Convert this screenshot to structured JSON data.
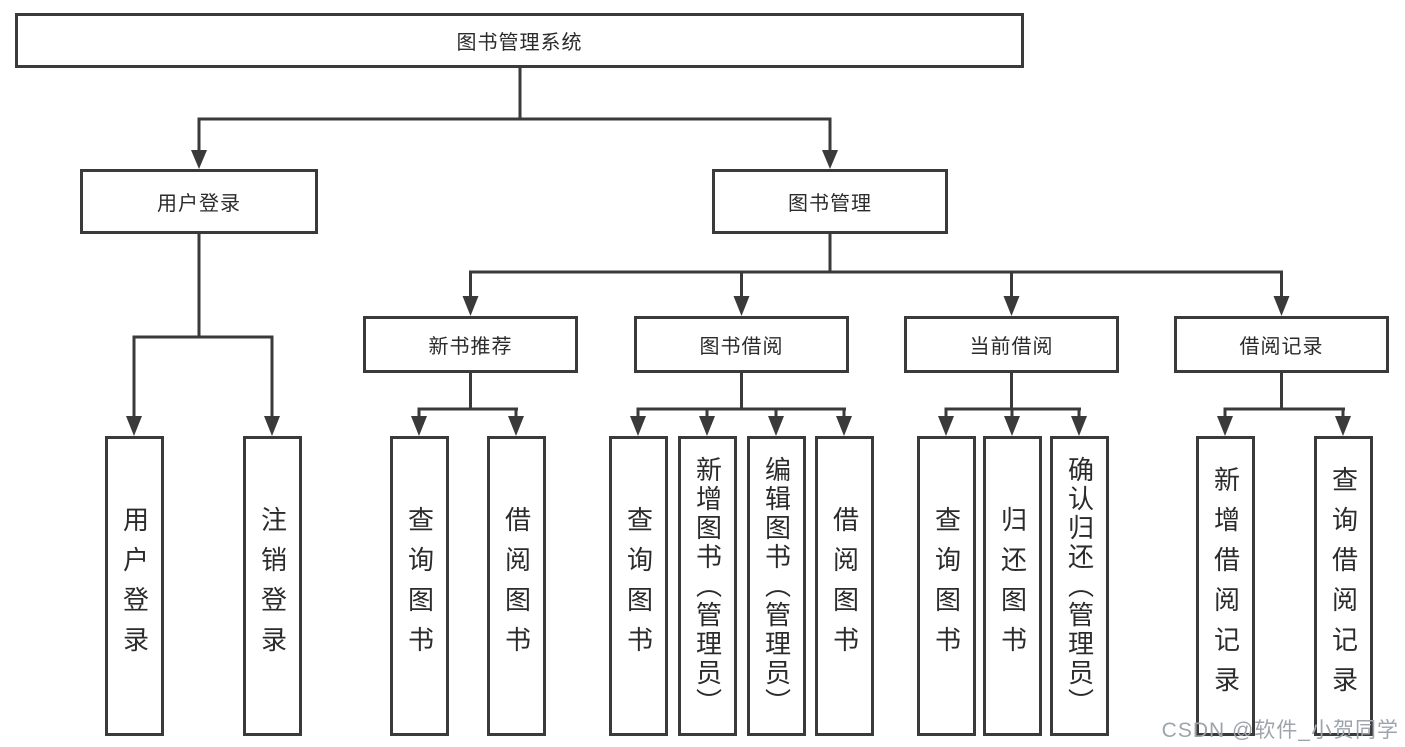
{
  "diagram": {
    "root": {
      "label": "图书管理系统"
    },
    "branches": [
      {
        "label": "用户登录",
        "children": [
          {
            "label": "用户登录"
          },
          {
            "label": "注销登录"
          }
        ]
      },
      {
        "label": "图书管理",
        "children": [
          {
            "label": "新书推荐",
            "children": [
              {
                "label": "查询图书"
              },
              {
                "label": "借阅图书"
              }
            ]
          },
          {
            "label": "图书借阅",
            "children": [
              {
                "label": "查询图书"
              },
              {
                "label": "新增图书（管理员）"
              },
              {
                "label": "编辑图书（管理员）"
              },
              {
                "label": "借阅图书"
              }
            ]
          },
          {
            "label": "当前借阅",
            "children": [
              {
                "label": "查询图书"
              },
              {
                "label": "归还图书"
              },
              {
                "label": "确认归还（管理员）"
              }
            ]
          },
          {
            "label": "借阅记录",
            "children": [
              {
                "label": "新增借阅记录"
              },
              {
                "label": "查询借阅记录"
              }
            ]
          }
        ]
      }
    ],
    "watermark": "CSDN @软件_小贺同学",
    "colors": {
      "line": "#3a3a3a",
      "box_border": "#3a3a3a",
      "text": "#2b2b2b",
      "watermark": "#9ea4ab"
    }
  }
}
